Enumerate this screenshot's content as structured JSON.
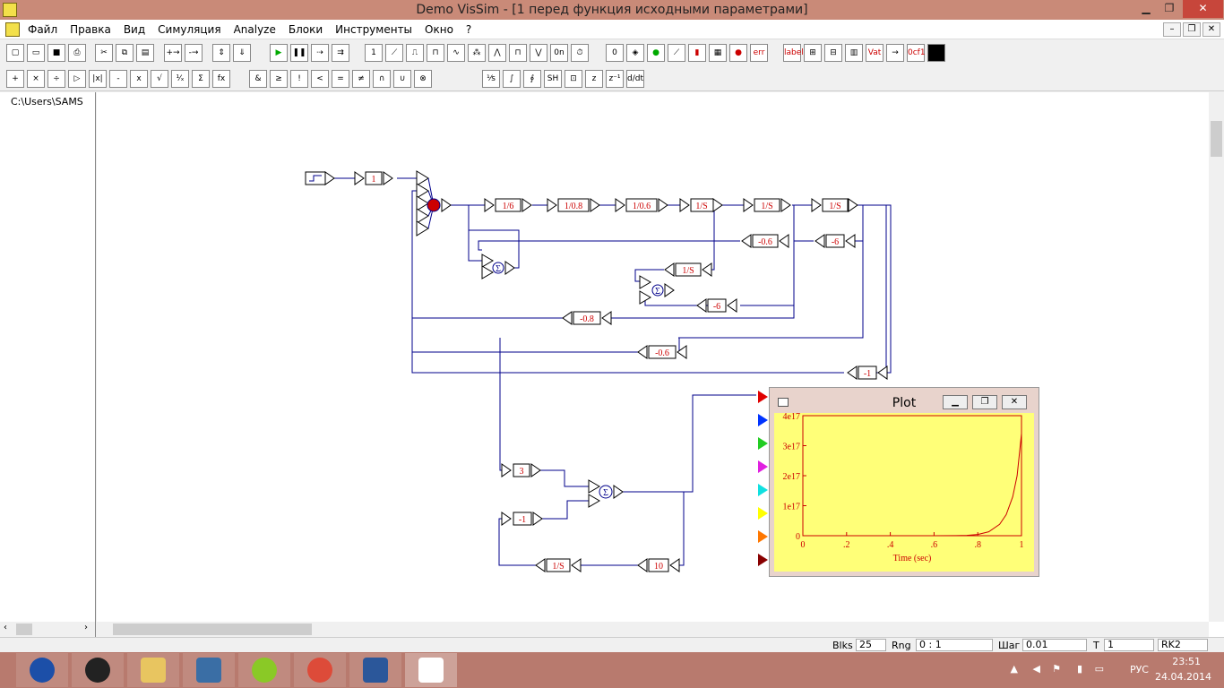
{
  "window": {
    "title": "Demo VisSim - [1 перед функция исходными параметрами]"
  },
  "menu": [
    "Файл",
    "Правка",
    "Вид",
    "Симуляция",
    "Analyze",
    "Блоки",
    "Инструменты",
    "Окно",
    "?"
  ],
  "toolbar1": {
    "text_buttons": [
      "0n",
      "label",
      "Vat",
      "0cf1"
    ]
  },
  "explorer": {
    "path": "C:\\Users\\SAMS"
  },
  "diagram": {
    "blocks": {
      "gain_1": "1",
      "fwd_1": "1/6",
      "fwd_2": "1/0.8",
      "fwd_3": "1/0.6",
      "int_1": "1/S",
      "int_2": "1/S",
      "int_3": "1/S",
      "fb_gain_a": "-0.6",
      "fb_gain_b": "-6",
      "inner_int": "1/S",
      "inner_gain": "-6",
      "fb_gain_c": "-0.8",
      "fb_gain_d": "-0.6",
      "fb_gain_e": "-1",
      "lower_gain_a": "3",
      "lower_gain_b": "-1",
      "lower_int": "1/S",
      "lower_gain_c": "10",
      "sum_sym": "Σ"
    }
  },
  "plot": {
    "title": "Plot",
    "accent": "#cc0000",
    "background": "#ffff78"
  },
  "chart_data": {
    "type": "line",
    "xlabel": "Time (sec)",
    "ylabel": "",
    "xticks": [
      "0",
      ".2",
      ".4",
      ".6",
      ".8",
      "1"
    ],
    "yticks": [
      "0",
      "1e17",
      "2e17",
      "3e17",
      "4e17"
    ],
    "xlim": [
      0,
      1
    ],
    "ylim": [
      0,
      4e+17
    ],
    "series": [
      {
        "x": [
          0,
          0.5,
          0.6,
          0.7,
          0.75,
          0.8,
          0.85,
          0.9,
          0.93,
          0.96,
          0.98,
          1.0
        ],
        "y": [
          0,
          0,
          0,
          200000000000000.0,
          1000000000000000.0,
          4000000000000000.0,
          1.3e+16,
          3.8e+16,
          7e+16,
          1.3e+17,
          2e+17,
          3.4e+17
        ]
      }
    ]
  },
  "status": {
    "blks_label": "Blks",
    "blks_value": "25",
    "rng_label": "Rng",
    "rng_value": "0 : 1",
    "step_label": "Шаг",
    "step_value": "0.01",
    "t_label": "T",
    "t_value": "1",
    "solver": "RK2"
  },
  "taskbar": {
    "lang": "РУС",
    "time": "23:51",
    "date": "24.04.2014"
  }
}
